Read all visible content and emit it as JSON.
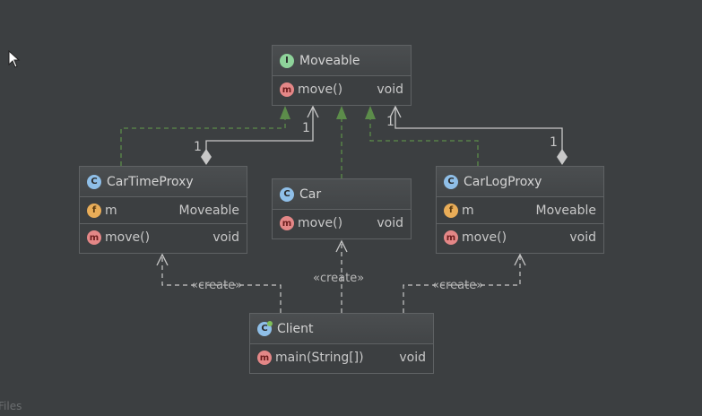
{
  "classes": {
    "moveable": {
      "kind": "interface",
      "kind_letter": "I",
      "name": "Moveable",
      "methods": [
        {
          "name": "move()",
          "type": "void"
        }
      ]
    },
    "car_time_proxy": {
      "kind": "class",
      "kind_letter": "C",
      "name": "CarTimeProxy",
      "fields": [
        {
          "letter": "f",
          "name": "m",
          "type": "Moveable"
        }
      ],
      "methods": [
        {
          "letter": "m",
          "name": "move()",
          "type": "void"
        }
      ]
    },
    "car": {
      "kind": "class",
      "kind_letter": "C",
      "name": "Car",
      "methods": [
        {
          "letter": "m",
          "name": "move()",
          "type": "void"
        }
      ]
    },
    "car_log_proxy": {
      "kind": "class",
      "kind_letter": "C",
      "name": "CarLogProxy",
      "fields": [
        {
          "letter": "f",
          "name": "m",
          "type": "Moveable"
        }
      ],
      "methods": [
        {
          "letter": "m",
          "name": "move()",
          "type": "void"
        }
      ]
    },
    "client": {
      "kind": "class",
      "kind_letter": "C",
      "name": "Client",
      "methods": [
        {
          "letter": "m",
          "name": "main(String[])",
          "type": "void"
        }
      ]
    }
  },
  "relations": {
    "implements": [
      {
        "from": "CarTimeProxy",
        "to": "Moveable"
      },
      {
        "from": "Car",
        "to": "Moveable"
      },
      {
        "from": "CarLogProxy",
        "to": "Moveable"
      }
    ],
    "aggregations": [
      {
        "whole": "CarTimeProxy",
        "part": "Moveable",
        "multiplicity_top": "1",
        "multiplicity_bottom": "1"
      },
      {
        "whole": "CarLogProxy",
        "part": "Moveable",
        "multiplicity_top": "1",
        "multiplicity_bottom": "1"
      }
    ],
    "dependencies": [
      {
        "from": "Client",
        "to": "CarTimeProxy",
        "label": "«create»"
      },
      {
        "from": "Client",
        "to": "Car",
        "label": "«create»"
      },
      {
        "from": "Client",
        "to": "CarLogProxy",
        "label": "«create»"
      }
    ]
  },
  "footer_text": "Files",
  "colors": {
    "background": "#3c3f41",
    "border": "#5f6264",
    "realization": "#5c8c4a",
    "association": "#c8c8c8",
    "interface_badge": "#8ed39a",
    "class_badge": "#8fbfe8",
    "field_badge": "#e9ad58",
    "method_badge": "#e48787"
  }
}
